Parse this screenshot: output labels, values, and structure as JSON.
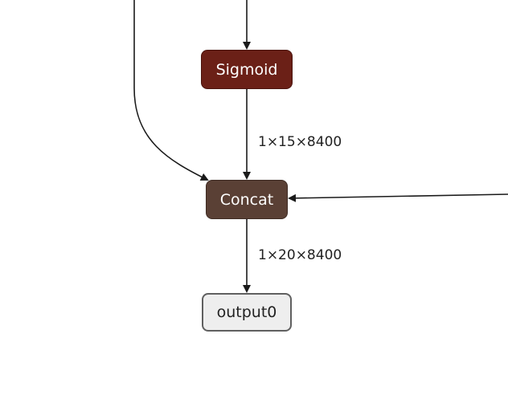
{
  "graph": {
    "nodes": {
      "sigmoid": {
        "label": "Sigmoid",
        "color": "#6b2017"
      },
      "concat": {
        "label": "Concat",
        "color": "#5a4035"
      },
      "output": {
        "label": "output0",
        "color": "#eeeeee"
      }
    },
    "edges": {
      "sigmoid_to_concat": {
        "label": "1×15×8400"
      },
      "concat_to_output": {
        "label": "1×20×8400"
      }
    }
  }
}
